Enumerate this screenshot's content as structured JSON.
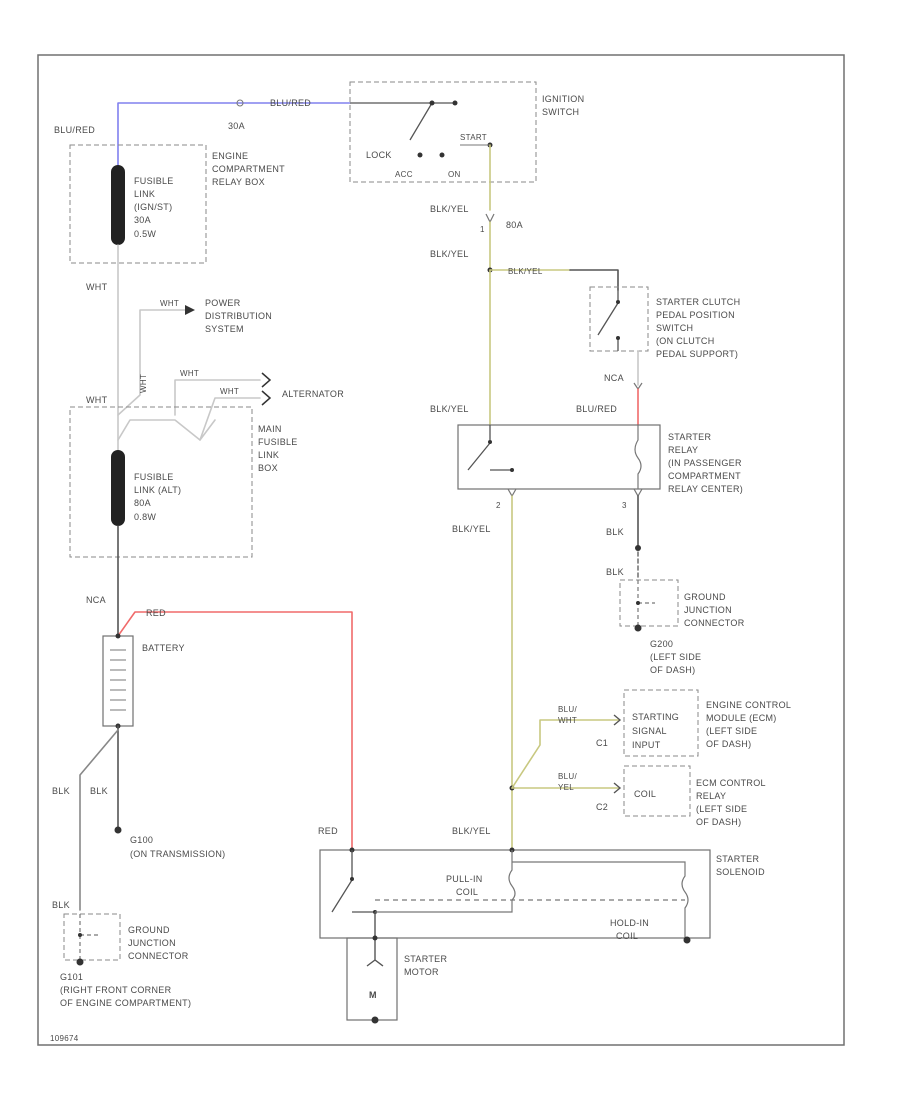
{
  "colors": {
    "blu_red": "#8080ee",
    "blk_yel": "#c8c880",
    "red": "#f06a6a",
    "blk": "#555555",
    "wht": "#c8c8c8",
    "border": "#707070"
  },
  "labels": {
    "ignition_switch": [
      "IGNITION",
      "SWITCH"
    ],
    "lock": "LOCK",
    "start": "START",
    "acc": "ACC",
    "on": "ON",
    "blu_red_top": "BLU/RED",
    "blu_red_left": "BLU/RED",
    "fuse_30a": "30A",
    "engine_relay_box": [
      "ENGINE",
      "COMPARTMENT",
      "RELAY BOX"
    ],
    "fusible_link_ign": [
      "FUSIBLE",
      "LINK",
      "(IGN/ST)",
      "30A",
      "0.5W"
    ],
    "wht_1": "WHT",
    "wht_2": "WHT",
    "wht_3": "WHT",
    "wht_4": "WHT",
    "wht_5": "WHT",
    "wht_vertical": "WHT",
    "power_distribution": [
      "POWER",
      "DISTRIBUTION",
      "SYSTEM"
    ],
    "alternator": "ALTERNATOR",
    "main_fusible_box": [
      "MAIN",
      "FUSIBLE",
      "LINK",
      "BOX"
    ],
    "fusible_link_alt": [
      "FUSIBLE",
      "LINK (ALT)",
      "80A",
      "0.8W"
    ],
    "nca_left": "NCA",
    "red_battery": "RED",
    "battery": "BATTERY",
    "blk_1": "BLK",
    "blk_2": "BLK",
    "g100": [
      "G100",
      "(ON TRANSMISSION)"
    ],
    "blk_3": "BLK",
    "ground_junction_1": [
      "GROUND",
      "JUNCTION",
      "CONNECTOR"
    ],
    "g101": [
      "G101",
      "(RIGHT FRONT CORNER",
      "OF ENGINE COMPARTMENT)"
    ],
    "blk_yel_1": "BLK/YEL",
    "blk_yel_2": "BLK/YEL",
    "blk_yel_3": "BLK/YEL",
    "blk_yel_4": "BLK/YEL",
    "blk_yel_5": "BLK/YEL",
    "blk_yel_6": "BLK/YEL",
    "fuse_80a": "80A",
    "clutch_switch": [
      "STARTER CLUTCH",
      "PEDAL POSITION",
      "SWITCH",
      "(ON CLUTCH",
      "PEDAL SUPPORT)"
    ],
    "nca_right": "NCA",
    "blu_red_right": "BLU/RED",
    "starter_relay": [
      "STARTER",
      "RELAY",
      "(IN PASSENGER",
      "COMPARTMENT",
      "RELAY CENTER)"
    ],
    "pin_2": "2",
    "pin_3": "3",
    "pin_1": "1",
    "blk_4": "BLK",
    "blk_5": "BLK",
    "ground_junction_2": [
      "GROUND",
      "JUNCTION",
      "CONNECTOR"
    ],
    "g200": [
      "G200",
      "(LEFT SIDE",
      "OF DASH)"
    ],
    "blu_wht": [
      "BLU/",
      "WHT"
    ],
    "blu_yel": [
      "BLU/",
      "YEL"
    ],
    "starting_signal": [
      "STARTING",
      "SIGNAL",
      "INPUT"
    ],
    "ecm": [
      "ENGINE CONTROL",
      "MODULE (ECM)",
      "(LEFT SIDE",
      "OF DASH)"
    ],
    "c1": "C1",
    "c2": "C2",
    "coil": "COIL",
    "ecm_relay": [
      "ECM CONTROL",
      "RELAY",
      "(LEFT SIDE",
      "OF DASH)"
    ],
    "red_2": "RED",
    "pull_in": [
      "PULL-IN",
      "COIL"
    ],
    "hold_in": [
      "HOLD-IN",
      "COIL"
    ],
    "starter_solenoid": [
      "STARTER",
      "SOLENOID"
    ],
    "starter_motor": [
      "STARTER",
      "MOTOR"
    ],
    "m": "M",
    "diagram_id": "109674"
  }
}
